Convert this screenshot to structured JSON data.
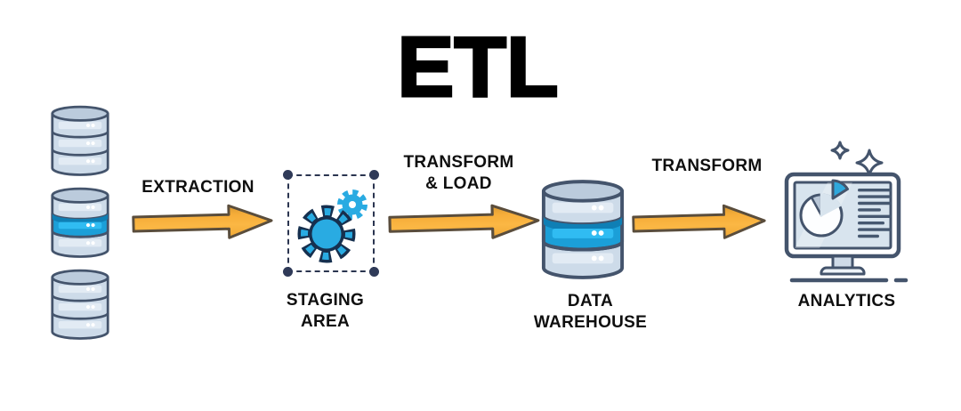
{
  "title": "ETL",
  "flow": {
    "extraction": {
      "label": "EXTRACTION"
    },
    "staging": {
      "line1": "STAGING",
      "line2": "AREA"
    },
    "transform_load": {
      "line1": "TRANSFORM",
      "line2": "& LOAD"
    },
    "warehouse": {
      "line1": "DATA",
      "line2": "WAREHOUSE"
    },
    "transform": {
      "label": "TRANSFORM"
    },
    "analytics": {
      "label": "ANALYTICS"
    }
  },
  "icons": {
    "source": "database-stack-icon",
    "staging": "gears-icon",
    "warehouse": "database-icon",
    "analytics": "monitor-pie-chart-icon",
    "flow_arrow": "right-arrow-icon",
    "sparkles": "sparkles-icon"
  },
  "colors": {
    "accent_cyan": "#29abe2",
    "band_blue": "#1b9fd8",
    "band_blue_dark": "#0f7fb5",
    "arrow_gold": "#fbb744",
    "arrow_outline": "#5a4d3c",
    "outline_navy": "#44546c",
    "staging_border": "#2b3550",
    "db_fill": "#cddbe9",
    "db_strip": "#e2ebf4",
    "screen_fill": "#d8e4ee",
    "pie_gray": "#b9c7d7",
    "title_ink": "#000000",
    "label_ink": "#0f0f0f"
  }
}
